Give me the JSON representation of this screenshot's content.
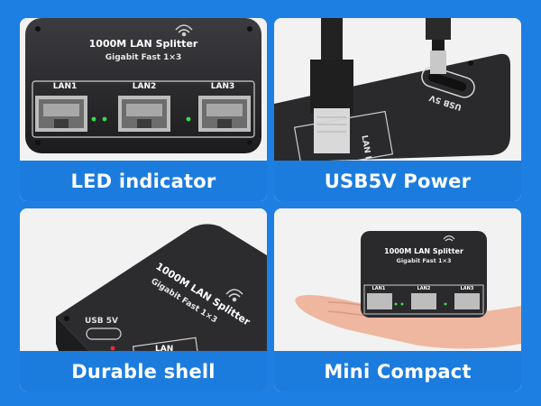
{
  "panels": [
    {
      "caption": "LED indicator"
    },
    {
      "caption": "USB5V Power"
    },
    {
      "caption": "Durable shell"
    },
    {
      "caption": "Mini Compact"
    }
  ],
  "device": {
    "title": "1000M LAN Splitter",
    "subtitle": "Gigabit Fast 1×3",
    "ports": [
      "LAN1",
      "LAN2",
      "LAN3"
    ],
    "usb_label": "USB 5V",
    "lan_in_label": "LAN IN",
    "cropped_lan_label": "LAN"
  },
  "colors": {
    "background": "#1e7fe2",
    "caption_bar": "#1c7cde",
    "device_body": "#2b2b2e",
    "led_green": "#33e04a",
    "led_red": "#ff2a2a"
  }
}
